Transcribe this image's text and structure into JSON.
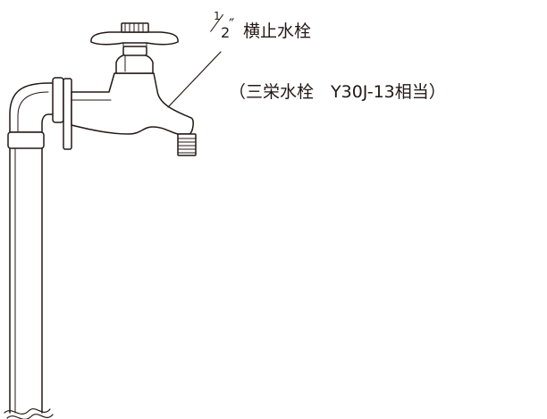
{
  "label": {
    "fraction_numerator": "1",
    "fraction_denominator": "2",
    "inch_mark": "″",
    "name": "横止水栓",
    "model": "（三栄水栓　Y30J-13相当）"
  },
  "colors": {
    "line": "#231815",
    "background": "#ffffff"
  },
  "icons": {
    "faucet": "horizontal-stop-faucet-icon",
    "pipe": "vertical-pipe-icon"
  }
}
